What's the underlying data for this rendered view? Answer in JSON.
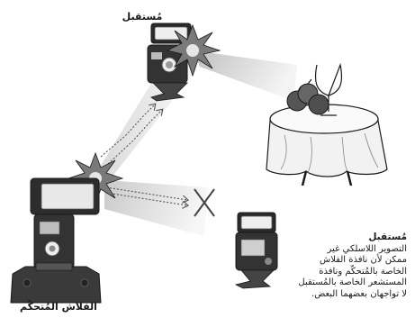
{
  "labels": {
    "receiver_top": "مُستقبل",
    "master_flash": "الفلاش المُتحكّم"
  },
  "note": {
    "title": "مُستقبل",
    "lines": [
      "التصوير اللاسلكي غير",
      "ممكن لأن نافذة الفلاش",
      "الخاصة بالمُتحكّم ونافذة",
      "المستشعر الخاصة بالمُستقبل",
      "لا تواجهان بعضهما البعض."
    ]
  },
  "colors": {
    "ink": "#1a1a1a",
    "beam": "#c8c8c8",
    "cloth": "#f2f2f2",
    "apple": "#555555",
    "burst": "#7a7a7a"
  },
  "icons": {
    "blocked": "cross-icon",
    "signal": "dotted-arrow-icon",
    "flash": "starburst-icon"
  }
}
